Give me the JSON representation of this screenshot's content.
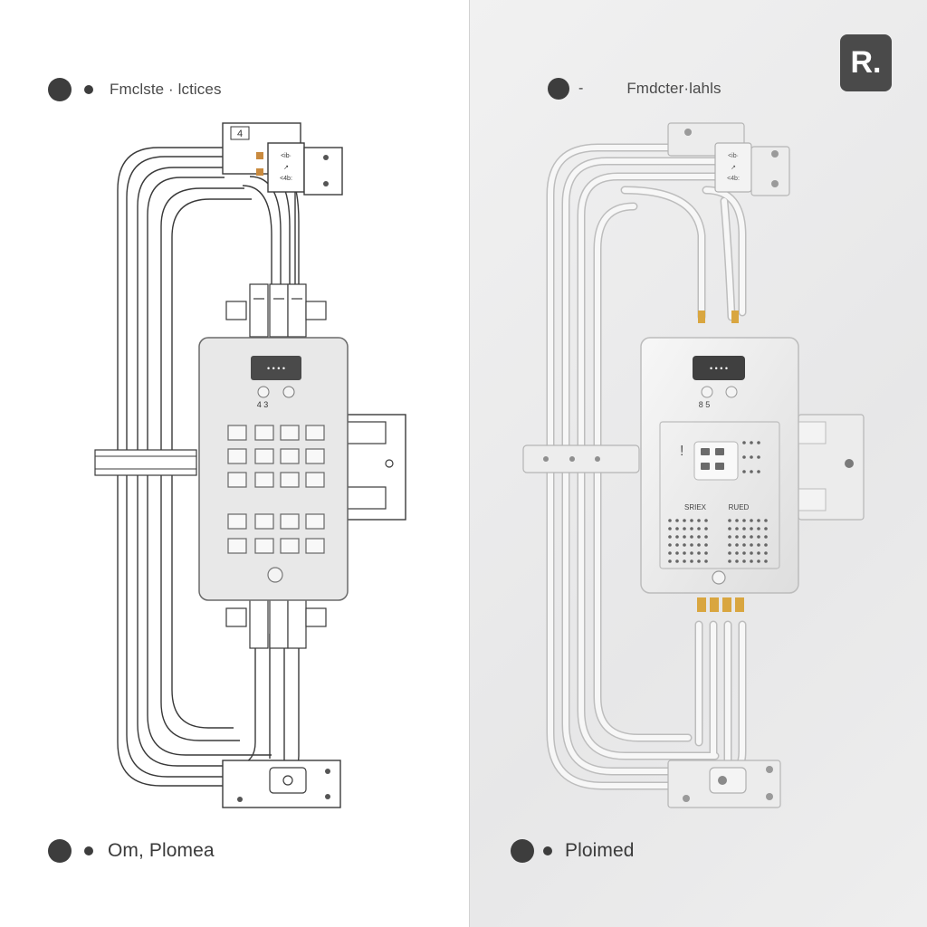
{
  "logo": {
    "text": "R."
  },
  "left_panel": {
    "top_label": "Fmclste · lctices",
    "bottom_label": "Om, Plomea",
    "bracket_top_number": "4",
    "bracket_top_text": [
      "&lt;ib·",
      "↗",
      "&lt;4b:"
    ],
    "device_display": "• • • •",
    "device_number": "4 3"
  },
  "right_panel": {
    "top_label": "Fmdcter·lahls",
    "top_dash": "-",
    "bottom_label": "Ploimed",
    "bracket_top_text": [
      "&lt;ib·",
      "↗",
      "&lt;4b:"
    ],
    "device_display": "• • • •",
    "device_number": "8 5",
    "grille_left_label": "SRIEX",
    "grille_right_label": "RUED"
  },
  "colors": {
    "stroke": "#3a3a3a",
    "device_fill": "#e6e6e6",
    "cable_fill": "#f6f6f6",
    "connector_gold": "#d9a640"
  }
}
